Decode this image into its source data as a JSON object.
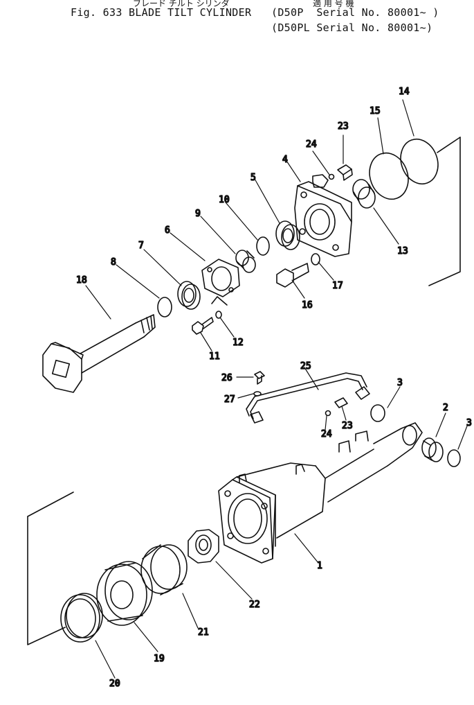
{
  "header": {
    "jp_title": "ブレード チルト シリンダ",
    "fig_label": "Fig. 633",
    "title": "BLADE TILT CYLINDER",
    "jp_applicable": "適 用 号 機",
    "serial_1": "(D50P  Serial No. 80001~ )",
    "serial_2": "(D50PL Serial No. 80001~)"
  },
  "callouts": [
    "14",
    "15",
    "23",
    "24",
    "4",
    "5",
    "10",
    "9",
    "6",
    "7",
    "8",
    "18",
    "13",
    "17",
    "16",
    "12",
    "11",
    "26",
    "27",
    "25",
    "3",
    "2",
    "3",
    "23",
    "24",
    "1",
    "22",
    "21",
    "19",
    "20"
  ]
}
